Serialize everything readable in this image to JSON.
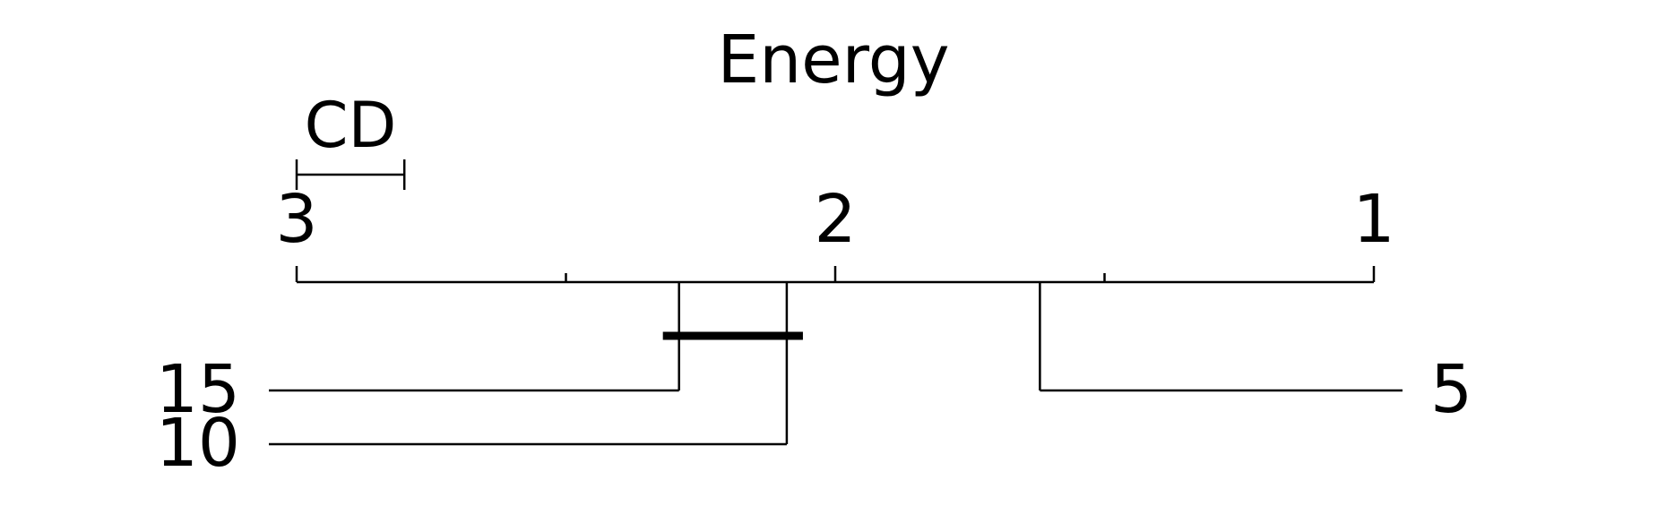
{
  "chart_data": {
    "type": "critical-difference-diagram",
    "title": "Energy",
    "cd_label": "CD",
    "critical_difference": 0.2,
    "axis": {
      "min": 1,
      "max": 3,
      "reversed": true,
      "tick_labels": [
        "3",
        "2",
        "1"
      ],
      "tick_values": [
        3,
        2,
        1
      ],
      "minor_ticks": [
        2.5,
        1.5
      ]
    },
    "methods": [
      {
        "name": "15",
        "avg_rank": 2.29,
        "side": "left"
      },
      {
        "name": "10",
        "avg_rank": 2.09,
        "side": "left"
      },
      {
        "name": "5",
        "avg_rank": 1.62,
        "side": "right"
      }
    ],
    "cliques": [
      {
        "members": [
          "15",
          "10"
        ],
        "from_rank": 2.32,
        "to_rank": 2.06
      }
    ],
    "color": "#000000"
  }
}
